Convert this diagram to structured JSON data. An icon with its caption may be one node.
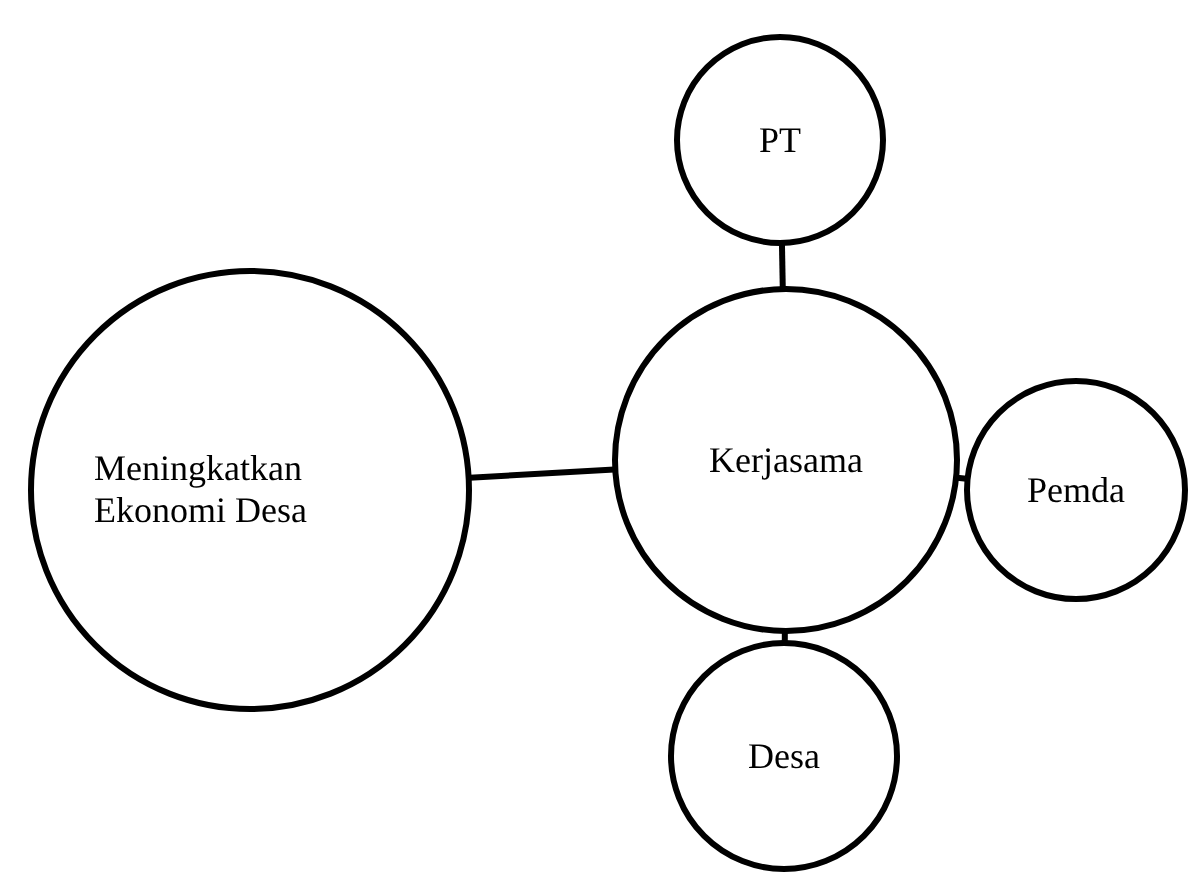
{
  "diagram": {
    "nodes": [
      {
        "text": [
          "PT"
        ]
      },
      {
        "text": [
          "Meningkatkan Ekonomi Desa"
        ]
      },
      {
        "text": [
          "Kerjasama"
        ]
      },
      {
        "text": [
          "Pemda"
        ]
      },
      {
        "text": [
          "Desa"
        ]
      }
    ],
    "edges": [
      {
        "from": 2,
        "to": 0,
        "arrow": "none"
      },
      {
        "from": 2,
        "to": 1,
        "arrow": "none"
      },
      {
        "from": 2,
        "to": 3,
        "arrow": "none"
      },
      {
        "from": 2,
        "to": 4,
        "arrow": "none"
      }
    ]
  }
}
